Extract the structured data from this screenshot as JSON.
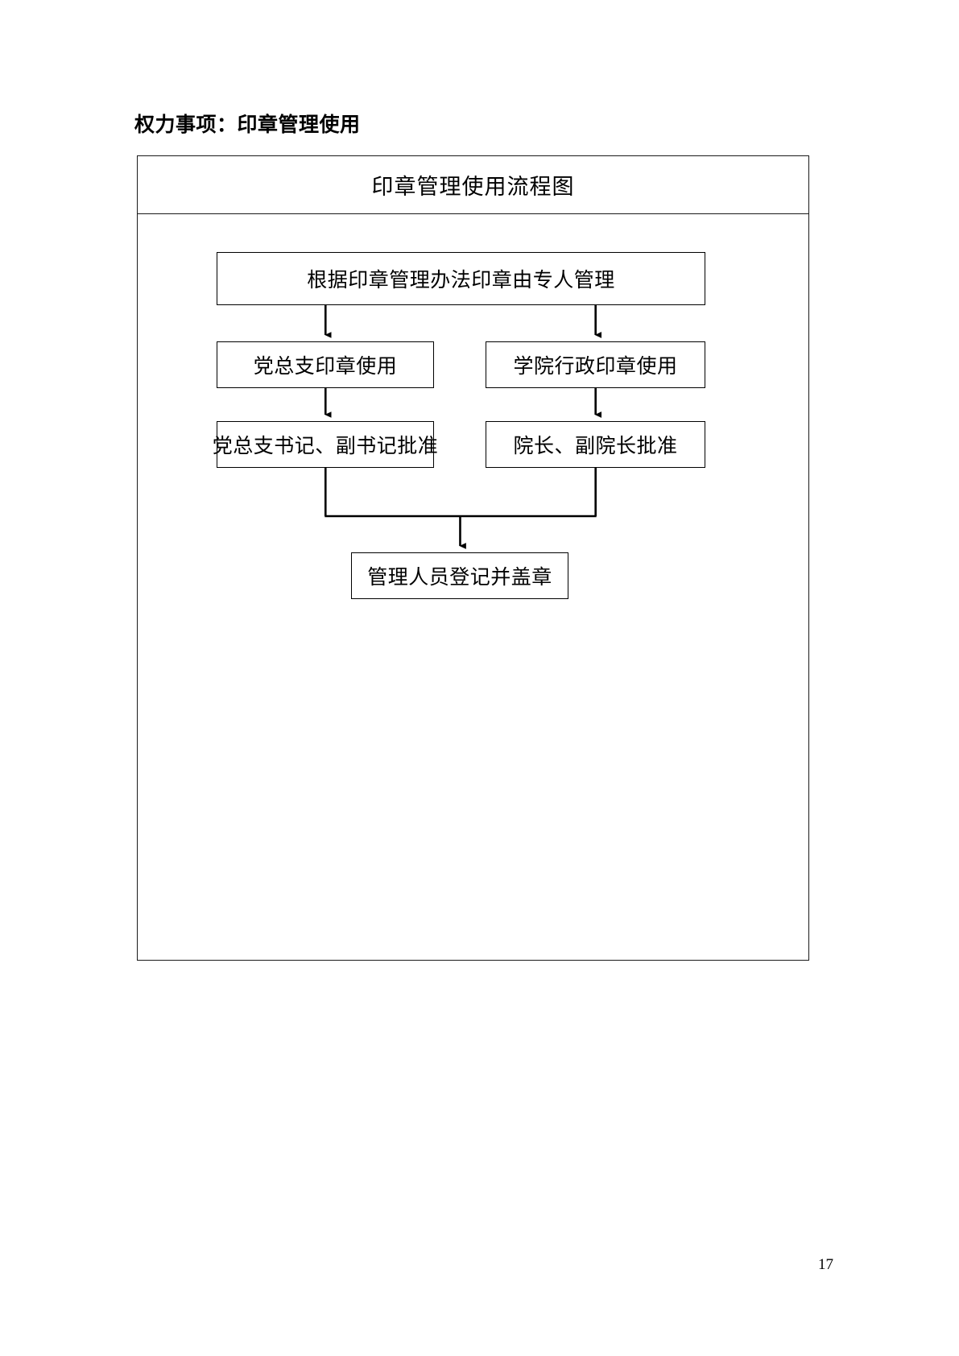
{
  "page": {
    "heading": "权力事项：印章管理使用",
    "page_number": "17",
    "background_color": "#ffffff",
    "line_color": "#000000"
  },
  "chart_data": {
    "type": "diagram",
    "diagram_kind": "flowchart",
    "title": "印章管理使用流程图",
    "orientation": "top-to-bottom",
    "nodes": [
      {
        "id": "n1",
        "label": "根据印章管理办法印章由专人管理",
        "shape": "rectangle",
        "row": 1,
        "column": "full"
      },
      {
        "id": "n2",
        "label": "党总支印章使用",
        "shape": "rectangle",
        "row": 2,
        "column": "left"
      },
      {
        "id": "n3",
        "label": "学院行政印章使用",
        "shape": "rectangle",
        "row": 2,
        "column": "right"
      },
      {
        "id": "n4",
        "label": "党总支书记、副书记批准",
        "shape": "rectangle",
        "row": 3,
        "column": "left"
      },
      {
        "id": "n5",
        "label": "院长、副院长批准",
        "shape": "rectangle",
        "row": 3,
        "column": "right"
      },
      {
        "id": "n6",
        "label": "管理人员登记并盖章",
        "shape": "rectangle",
        "row": 4,
        "column": "center"
      }
    ],
    "edges": [
      {
        "from": "n1",
        "to": "n2",
        "style": "arrow",
        "label": ""
      },
      {
        "from": "n1",
        "to": "n3",
        "style": "arrow",
        "label": ""
      },
      {
        "from": "n2",
        "to": "n4",
        "style": "arrow",
        "label": ""
      },
      {
        "from": "n3",
        "to": "n5",
        "style": "arrow",
        "label": ""
      },
      {
        "from": "n4",
        "to": "n6",
        "style": "arrow-merge",
        "label": ""
      },
      {
        "from": "n5",
        "to": "n6",
        "style": "arrow-merge",
        "label": ""
      }
    ]
  }
}
